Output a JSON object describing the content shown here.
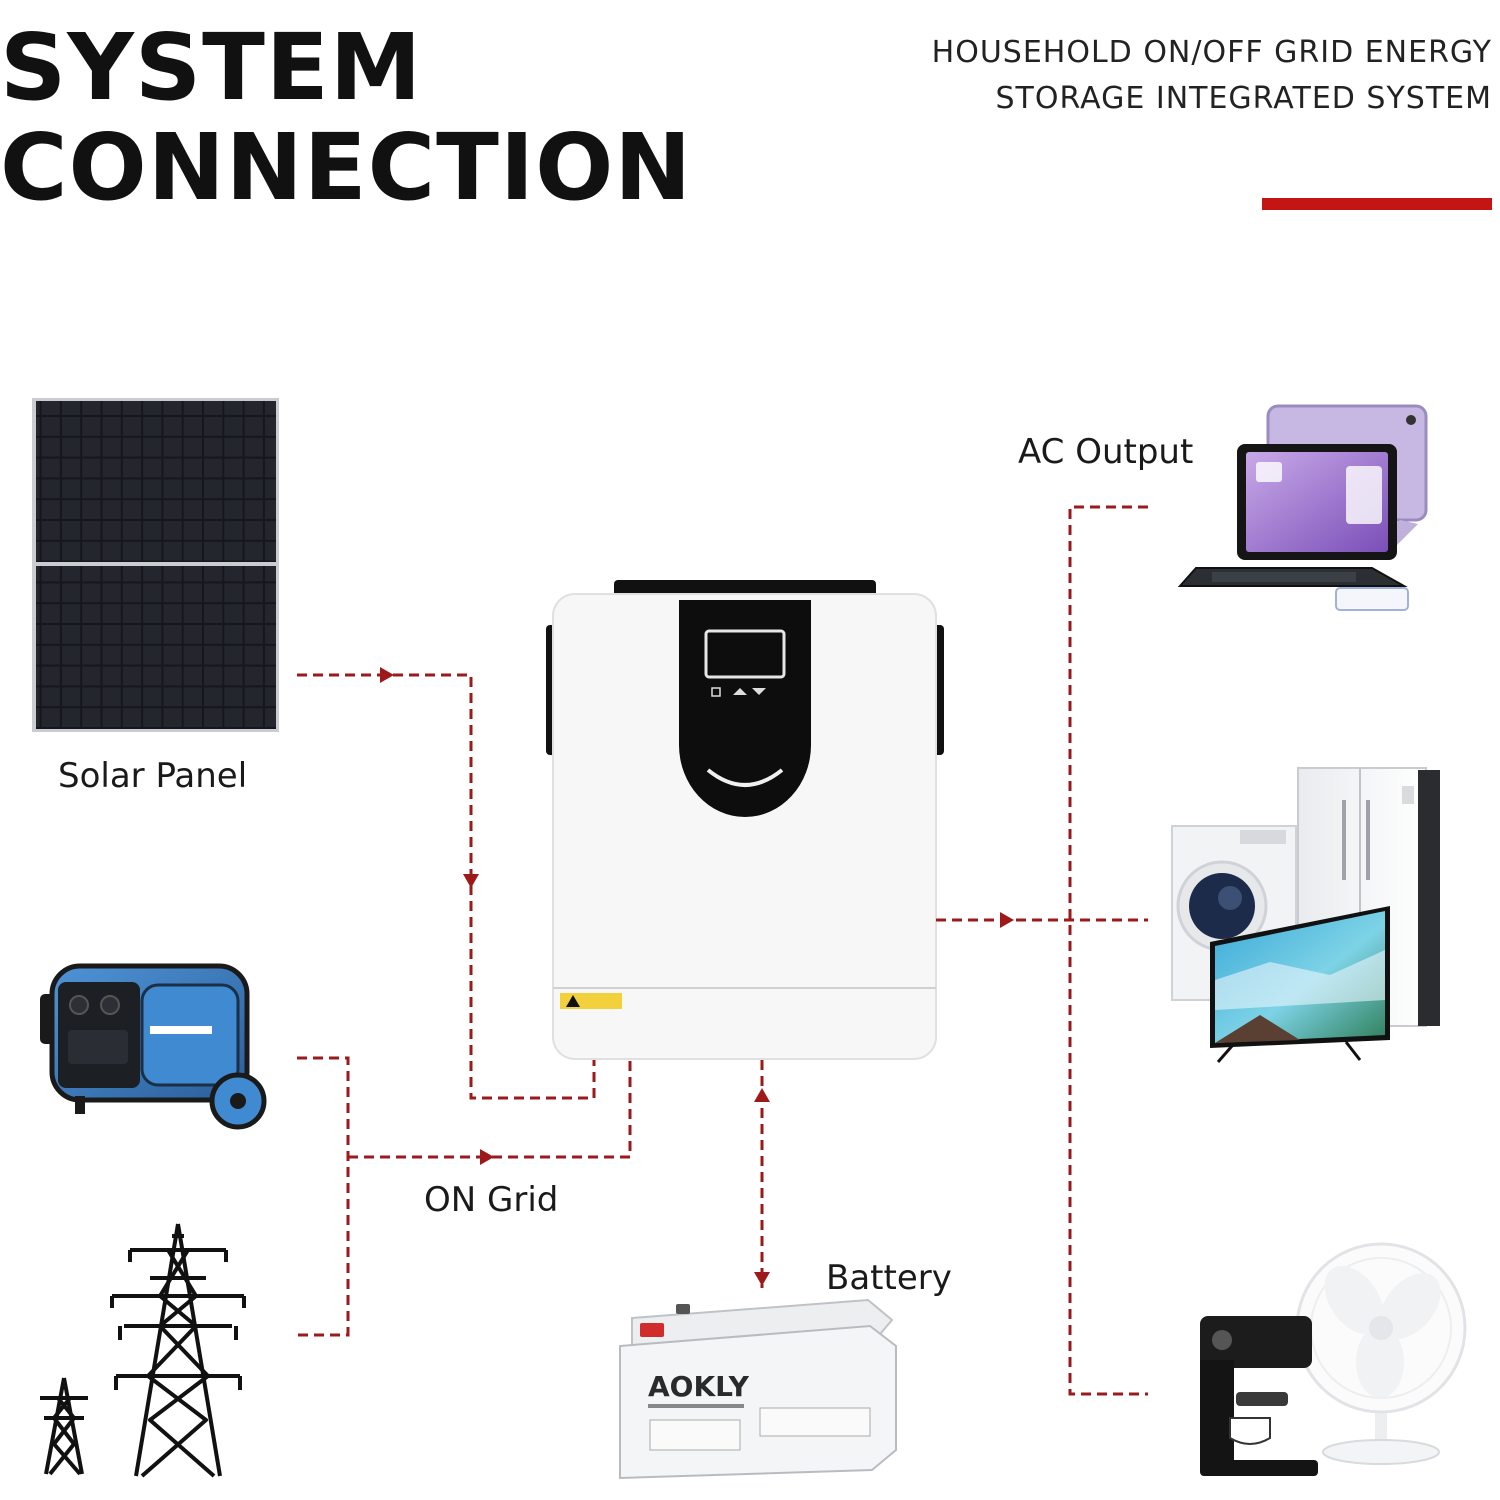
{
  "header": {
    "title_line1": "SYSTEM",
    "title_line2": "CONNECTION",
    "subtitle_line1": "HOUSEHOLD ON/OFF GRID ENERGY",
    "subtitle_line2": "STORAGE INTEGRATED SYSTEM",
    "accent_color": "#c41414"
  },
  "labels": {
    "solar": "Solar Panel",
    "ac_output": "AC Output",
    "on_grid": "ON Grid",
    "battery": "Battery"
  },
  "battery_brand": "AOKLY",
  "connection_color": "#9e1a1a",
  "icons": [
    "solar-panel-icon",
    "inverter-icon",
    "generator-icon",
    "power-tower-icon",
    "battery-icon",
    "laptop-tablet-icon",
    "appliances-icon",
    "coffee-fan-icon"
  ]
}
